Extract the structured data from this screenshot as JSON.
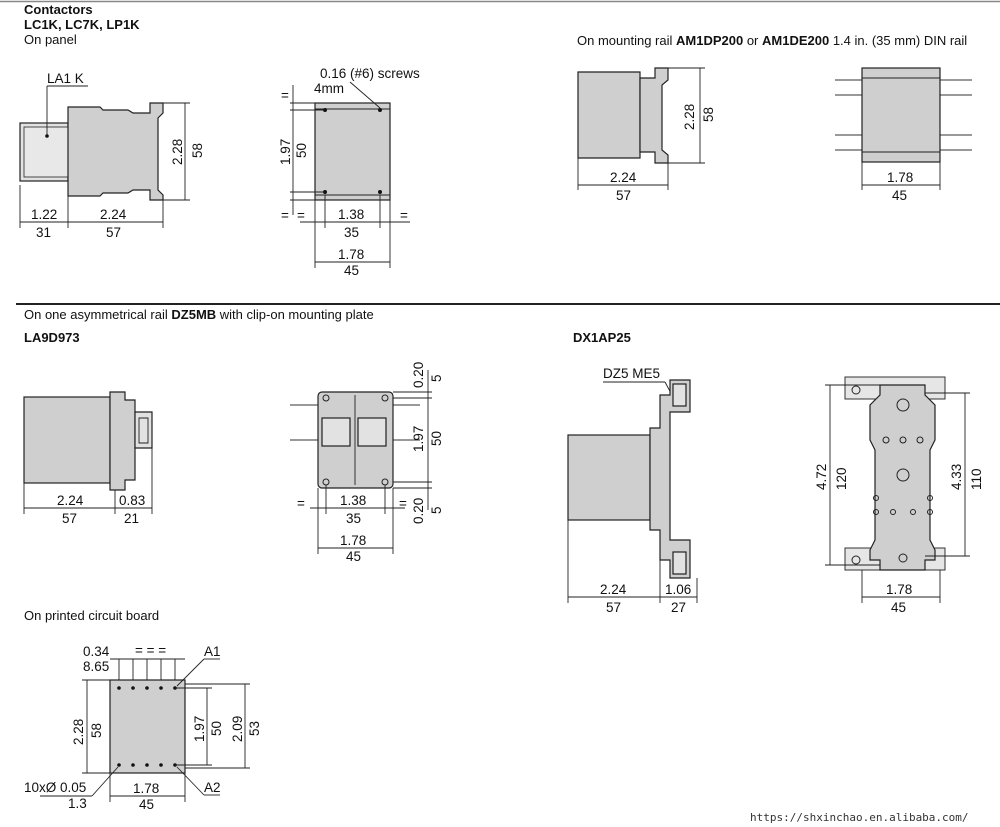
{
  "header": {
    "title": "Contactors",
    "models": "LC1K, LC7K, LP1K",
    "on_panel": "On panel",
    "rail_prefix": "On mounting rail ",
    "rail_a": "AM1DP200",
    "rail_or": " or ",
    "rail_b": "AM1DE200",
    "rail_suffix": " 1.4 in. (35 mm) DIN rail"
  },
  "section2": {
    "prefix": "On one asymmetrical rail ",
    "rail": "DZ5MB",
    "suffix": " with clip-on mounting plate",
    "left_model": "LA9D973",
    "right_model": "DX1AP25"
  },
  "section3": {
    "title": "On printed circuit board"
  },
  "drawings": {
    "panel_side": {
      "label": "LA1 K",
      "w1_in": "1.22",
      "w1_mm": "31",
      "w2_in": "2.24",
      "w2_mm": "57",
      "h_in": "2.28",
      "h_mm": "58"
    },
    "panel_front": {
      "screws": "0.16 (#6) screws",
      "screw_mm": "4mm",
      "h_in": "1.97",
      "h_mm": "50",
      "eq": "=",
      "w1_in": "1.38",
      "w1_mm": "35",
      "w2_in": "1.78",
      "w2_mm": "45"
    },
    "rail_side": {
      "w_in": "2.24",
      "w_mm": "57",
      "h_in": "2.28",
      "h_mm": "58"
    },
    "rail_front": {
      "w_in": "1.78",
      "w_mm": "45"
    },
    "la9_side": {
      "w1_in": "2.24",
      "w1_mm": "57",
      "w2_in": "0.83",
      "w2_mm": "21"
    },
    "la9_front": {
      "t_in": "0.20",
      "t_mm": "5",
      "h_in": "1.97",
      "h_mm": "50",
      "b_in": "0.20",
      "b_mm": "5",
      "w1_in": "1.38",
      "w1_mm": "35",
      "w2_in": "1.78",
      "w2_mm": "45",
      "eq": "="
    },
    "dx1_side": {
      "label": "DZ5 ME5",
      "w1_in": "2.24",
      "w1_mm": "57",
      "w2_in": "1.06",
      "w2_mm": "27"
    },
    "dx1_front": {
      "h1_in": "4.72",
      "h1_mm": "120",
      "h2_in": "4.33",
      "h2_mm": "110",
      "w_in": "1.78",
      "w_mm": "45"
    },
    "pcb": {
      "p_in": "0.34",
      "p_mm": "8.65",
      "eq": "= = =",
      "a1": "A1",
      "a2": "A2",
      "h1_in": "2.28",
      "h1_mm": "58",
      "h2_in": "1.97",
      "h2_mm": "50",
      "h3_in": "2.09",
      "h3_mm": "53",
      "holes": "10xØ 0.05",
      "holes_mm": "1.3",
      "w_in": "1.78",
      "w_mm": "45"
    }
  },
  "footer": {
    "url": "https://shxinchao.en.alibaba.com/"
  }
}
